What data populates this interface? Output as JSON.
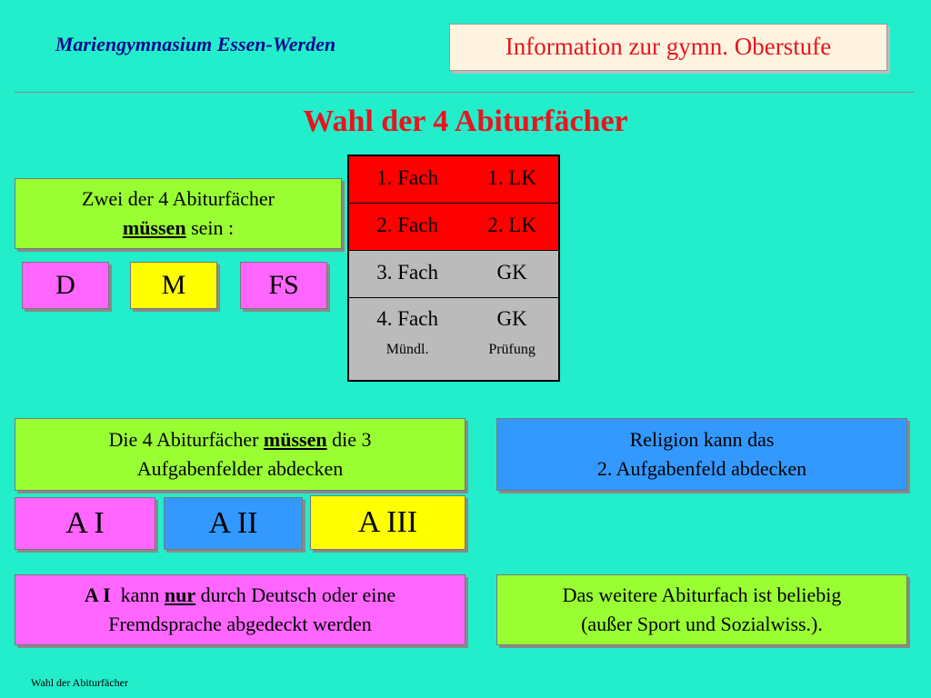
{
  "header": {
    "school": "Mariengymnasium Essen-Werden",
    "info": "Information zur gymn. Oberstufe"
  },
  "title": "Wahl der 4 Abiturfächer",
  "must_box": {
    "text_before": "Zwei der 4 Abiturfächer",
    "emphasis": "müssen",
    "text_after": "sein :"
  },
  "subjects": [
    "D",
    "M",
    "FS"
  ],
  "table": {
    "rows": [
      {
        "fach": "1. Fach",
        "kurs": "1. LK"
      },
      {
        "fach": "2. Fach",
        "kurs": "2. LK"
      },
      {
        "fach": "3. Fach",
        "kurs": "GK"
      },
      {
        "fach": "4. Fach",
        "kurs": "GK",
        "fach_sub": "Mündl.",
        "kurs_sub": "Prüfung"
      }
    ]
  },
  "fields_box": {
    "text_before": "Die 4 Abiturfächer",
    "emphasis": "müssen",
    "text_after": "die 3",
    "line2": "Aufgabenfelder  abdecken"
  },
  "religion_box": {
    "line1": "Religion kann das",
    "line2": "2. Aufgabenfeld  abdecken"
  },
  "fields": [
    "A I",
    "A II",
    "A III"
  ],
  "ai_box": {
    "bold": "A I",
    "text1": "kann",
    "emphasis": "nur",
    "text2": "durch Deutsch oder eine",
    "line2": "Fremdsprache abgedeckt werden"
  },
  "other_box": {
    "line1": "Das weitere Abiturfach ist beliebig",
    "line2": "(außer Sport und Sozialwiss.)."
  },
  "footer": "Wahl der Abiturfächer",
  "colors": {
    "background": "#22EECC",
    "title": "#E8141E",
    "school": "#0A0A8C",
    "green": "#99FF33",
    "pink": "#FF66FF",
    "yellow": "#FFFF00",
    "blue": "#3399FF",
    "lk_red": "#FF0000",
    "gk_gray": "#BBBBBB"
  }
}
